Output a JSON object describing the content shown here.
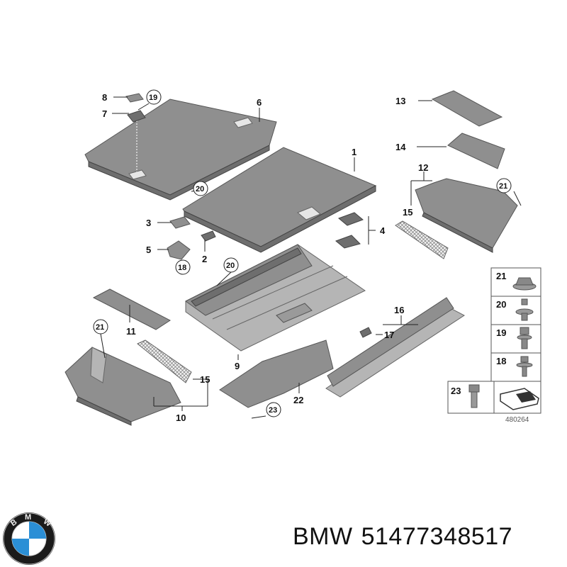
{
  "diagram": {
    "callouts": {
      "c1": "1",
      "c2": "2",
      "c3": "3",
      "c4": "4",
      "c5": "5",
      "c6": "6",
      "c7": "7",
      "c8": "8",
      "c9": "9",
      "c10": "10",
      "c11": "11",
      "c12": "12",
      "c13": "13",
      "c14": "14",
      "c15a": "15",
      "c15b": "15",
      "c16": "16",
      "c17": "17",
      "c18": "18",
      "c19": "19",
      "c20a": "20",
      "c20b": "20",
      "c21a": "21",
      "c21b": "21",
      "c22": "22",
      "c23": "23"
    },
    "legend": {
      "items": [
        "21",
        "20",
        "19",
        "18",
        "23"
      ],
      "code": "480264"
    }
  },
  "footer": {
    "brand": "BMW",
    "part_number": "51477348517",
    "logo_letters": "BMW"
  },
  "colors": {
    "part_gray": "#8f8f8f",
    "logo_blue": "#2b8fd6",
    "logo_ring": "#1b1b1b"
  }
}
